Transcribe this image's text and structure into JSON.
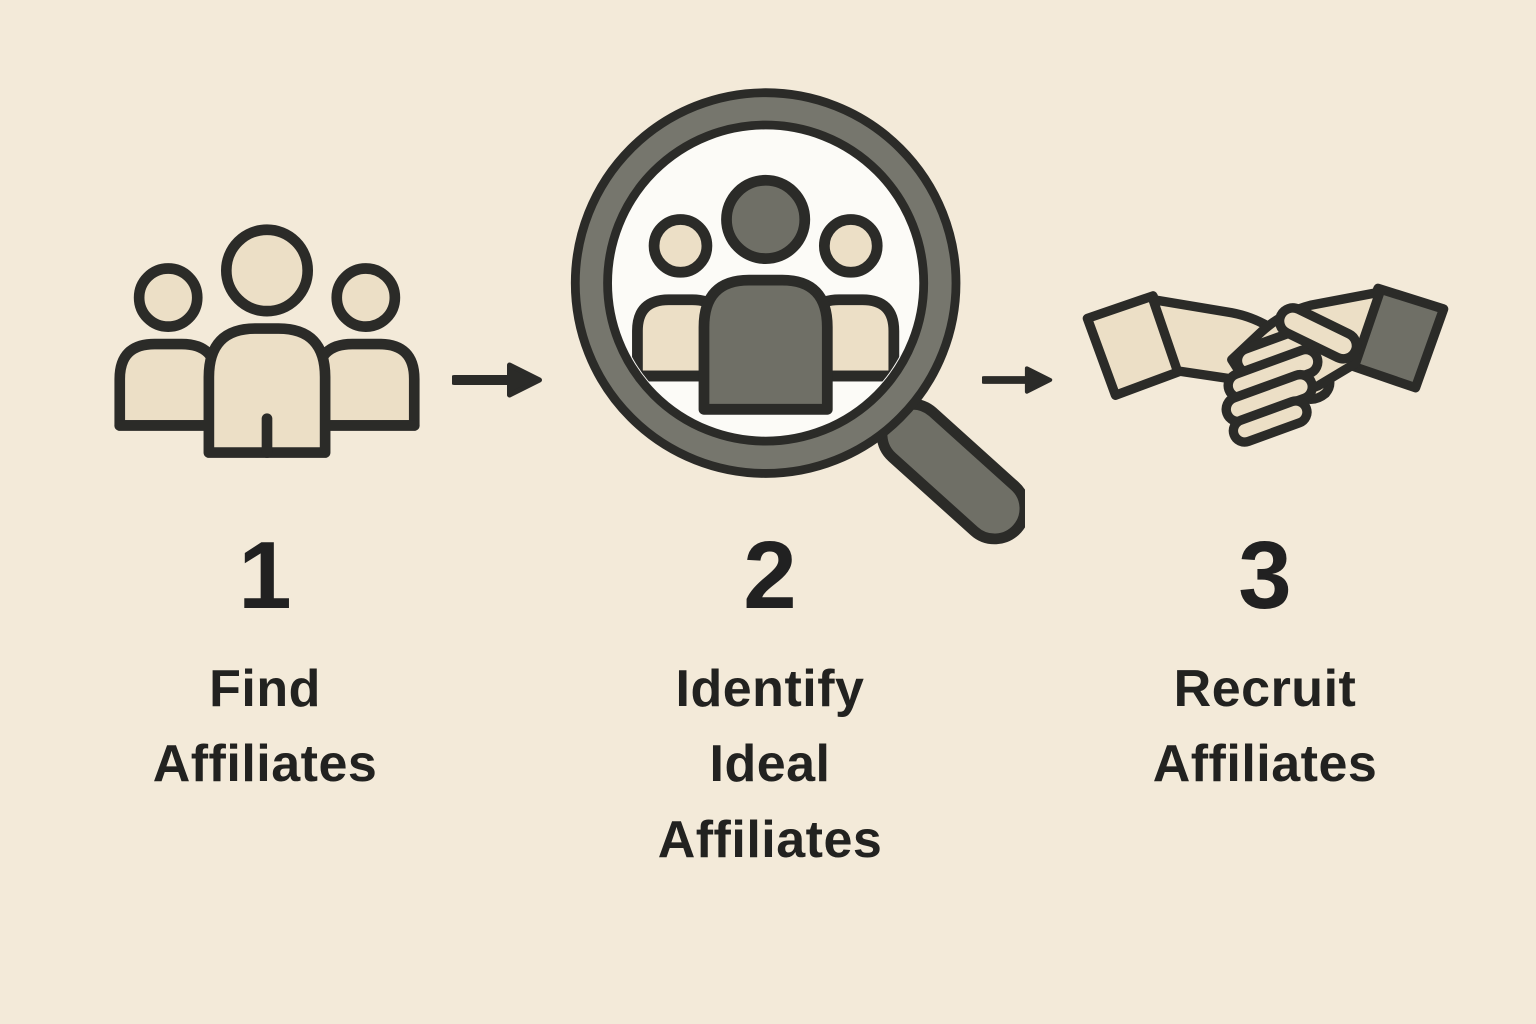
{
  "diagram_title": "Affiliate recruitment three step process",
  "colors": {
    "background": "#f3ead9",
    "outline": "#2b2b28",
    "beige_fill": "#ecdfc6",
    "gray_fill": "#6f6f66",
    "lens_interior": "#fcfbf7",
    "text": "#212121"
  },
  "steps": [
    {
      "number": "1",
      "label": "Find\nAffiliates",
      "icon": "people-group-icon"
    },
    {
      "number": "2",
      "label": "Identify\nIdeal\nAffiliates",
      "icon": "magnifier-people-icon"
    },
    {
      "number": "3",
      "label": "Recruit\nAffiliates",
      "icon": "handshake-icon"
    }
  ],
  "arrows": [
    {
      "icon": "arrow-right-icon",
      "direction": "right"
    },
    {
      "icon": "arrow-right-icon",
      "direction": "right"
    }
  ]
}
